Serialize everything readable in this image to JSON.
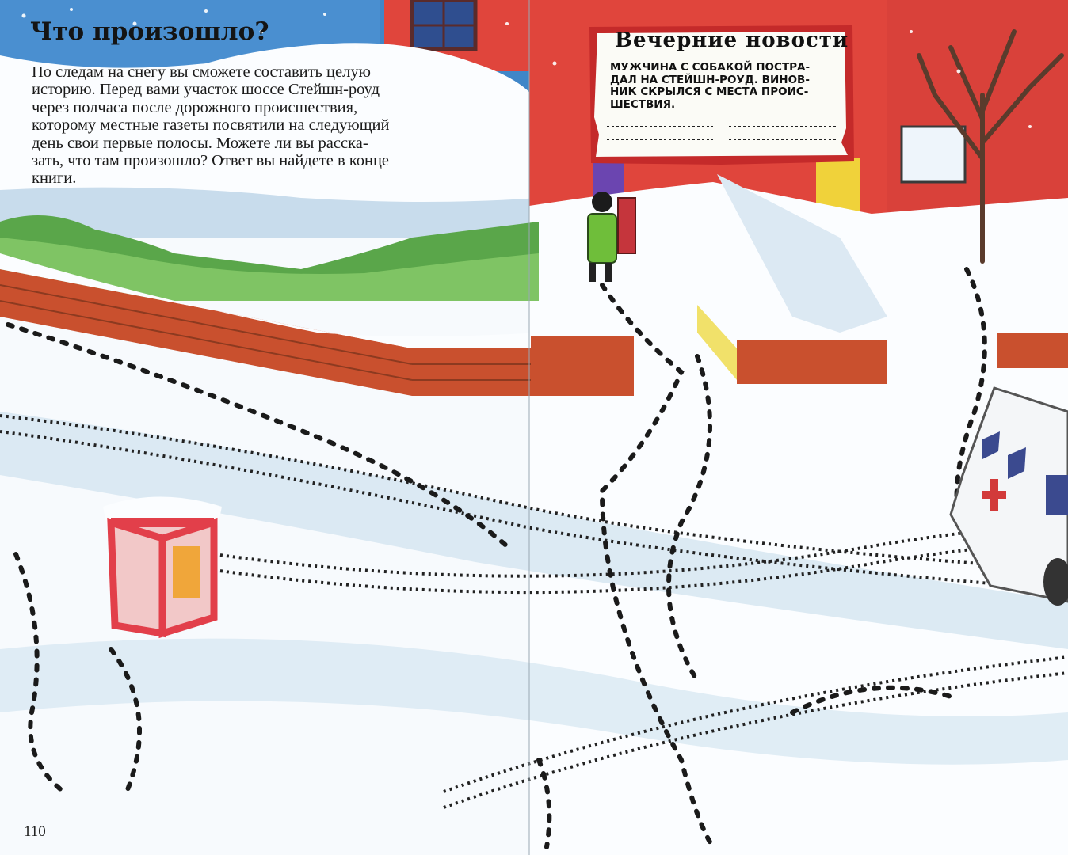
{
  "page_left": {
    "title": "Что произошло?",
    "intro_lines": [
      "По следам на снегу вы сможете составить целую",
      "историю. Перед вами участок шоссе Стейшн-роуд",
      "через полчаса после дорожного происшествия,",
      "которому местные газеты посвятили на следующий",
      "день свои первые полосы. Можете ли вы расска-",
      "зать, что там произошло? Ответ вы найдете в конце",
      "книги."
    ],
    "page_number": "110"
  },
  "newspaper": {
    "masthead": "Вечерние новости",
    "headline_lines": [
      "МУЖЧИНА С СОБАКОЙ ПОСТРА-",
      "ДАЛ НА СТЕЙШН-РОУД. ВИНОВ-",
      "НИК СКРЫЛСЯ С МЕСТА ПРОИС-",
      "ШЕСТВИЯ."
    ]
  },
  "colors": {
    "sky": "#3f86c8",
    "house_wall": "#e0453c",
    "brick": "#c9502e",
    "snow": "#fbfdff",
    "snow_shadow": "#c6dcea",
    "hedge": "#5aa64a",
    "phone_booth": "#e23f4a",
    "coat": "#6fbe3a",
    "newspaper_border": "#c42a2a"
  }
}
